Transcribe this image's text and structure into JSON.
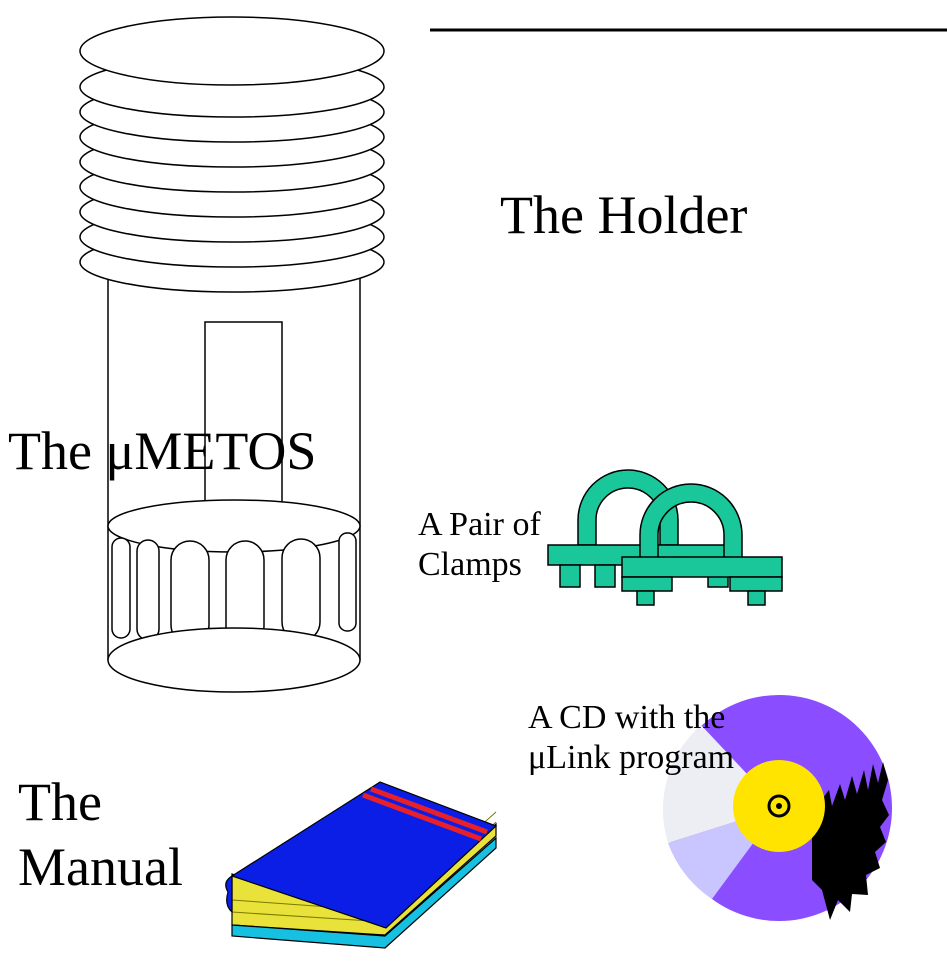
{
  "labels": {
    "holder": "The Holder",
    "umetos": "The μMETOS",
    "clamps_line1": "A Pair of",
    "clamps_line2": "Clamps",
    "cd_line1": "A CD with the",
    "cd_line2": "μLink program",
    "manual_line1": "The",
    "manual_line2": "Manual"
  },
  "colors": {
    "clamp_fill": "#19c79b",
    "book_cover": "#0a1ee6",
    "book_stripe": "#e8202a",
    "book_pages": "#e9e23a",
    "cd_purple": "#8a4dff",
    "cd_hub": "#ffe400",
    "cd_light": "#eceef3",
    "cd_lavender": "#c9c5ff"
  }
}
